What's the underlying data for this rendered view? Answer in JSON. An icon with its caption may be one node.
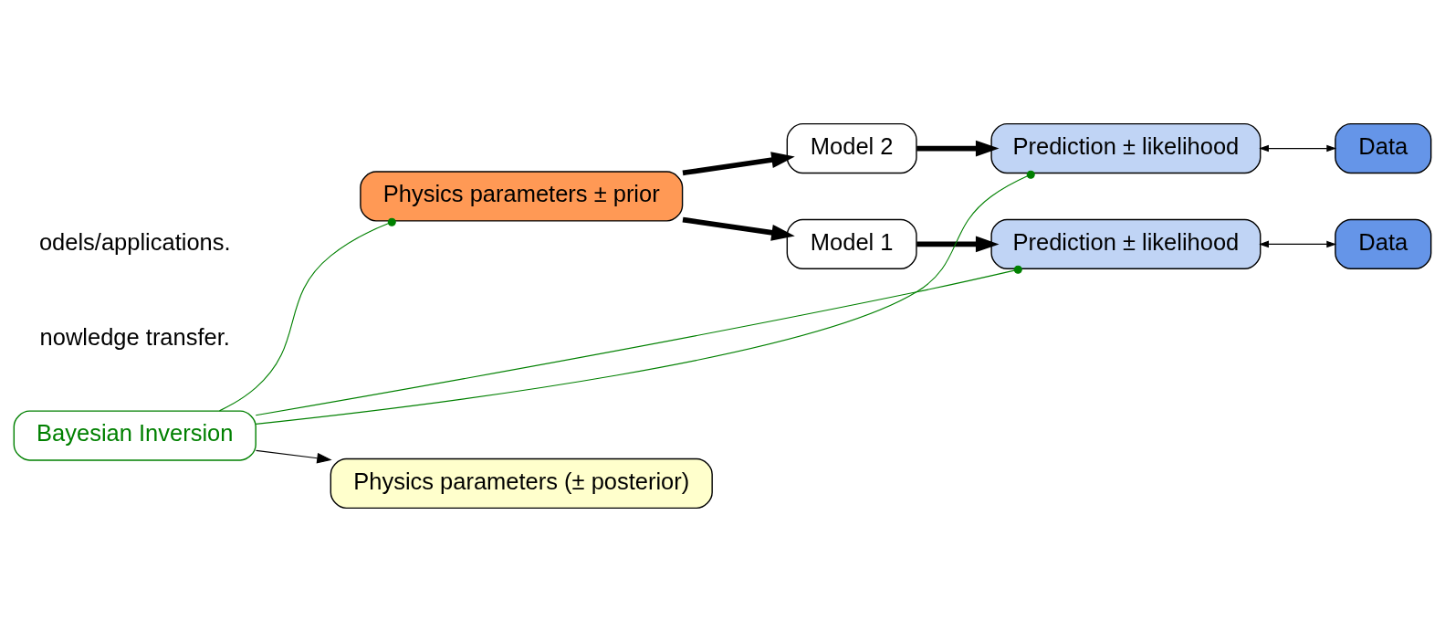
{
  "diagram": {
    "nodes": [
      {
        "text": [
          "Physics parameters ± prior"
        ]
      },
      {
        "text": [
          "Model 2"
        ]
      },
      {
        "text": [
          "Model 1"
        ]
      },
      {
        "text": [
          "Prediction ± likelihood"
        ]
      },
      {
        "text": [
          "Prediction ± likelihood"
        ]
      },
      {
        "text": [
          "Bayesian Inversion"
        ]
      },
      {
        "text": [
          "Data"
        ]
      },
      {
        "text": [
          "Data"
        ]
      },
      {
        "text": [
          "Physics parameters (± posterior)"
        ]
      }
    ],
    "edges": [
      {
        "from": 0,
        "to": 1,
        "arrow": "to",
        "style": "thick"
      },
      {
        "from": 0,
        "to": 2,
        "arrow": "to",
        "style": "thick"
      },
      {
        "from": 2,
        "to": 3,
        "arrow": "to",
        "style": "thick"
      },
      {
        "from": 1,
        "to": 4,
        "arrow": "to",
        "style": "thick"
      },
      {
        "from": 3,
        "to": 6,
        "arrow": "both"
      },
      {
        "from": 4,
        "to": 7,
        "arrow": "both"
      },
      {
        "from": 5,
        "to": 0,
        "arrow": "other",
        "color": "#008000"
      },
      {
        "from": 5,
        "to": 3,
        "arrow": "other",
        "color": "#008000"
      },
      {
        "from": 5,
        "to": 4,
        "arrow": "other",
        "color": "#008000"
      },
      {
        "from": 5,
        "to": 8,
        "arrow": "to"
      }
    ],
    "labels": [
      "nowledge transfer.",
      "odels/applications."
    ]
  }
}
